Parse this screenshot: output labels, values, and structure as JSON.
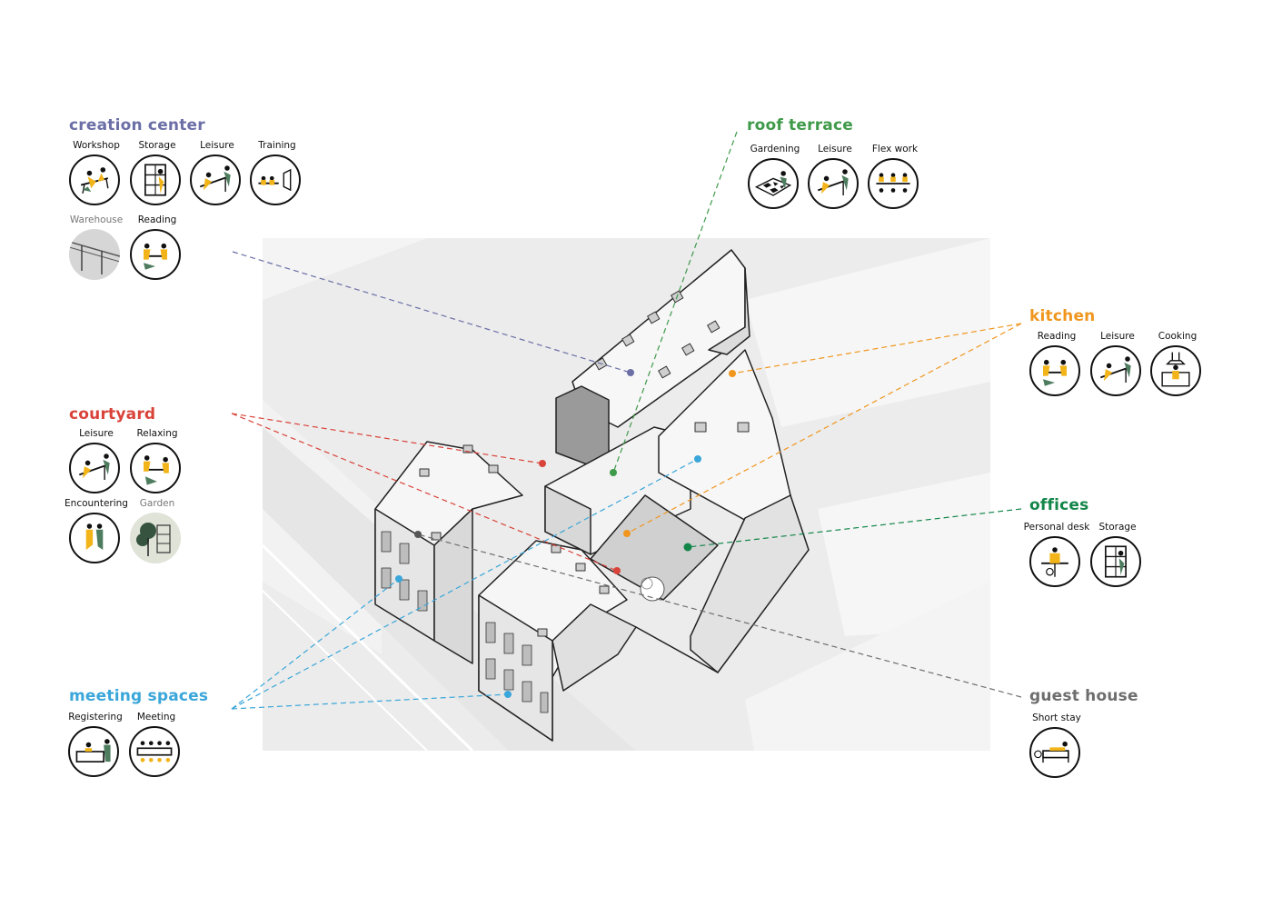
{
  "colors": {
    "creation_center": "#6b6fa6",
    "roof_terrace": "#3f9a4a",
    "kitchen": "#f0961e",
    "courtyard": "#d9433a",
    "offices": "#14864a",
    "meeting_spaces": "#3aa6d9",
    "guest_house": "#6e6e6e"
  },
  "groups": {
    "creation_center": {
      "title": "creation center",
      "items": [
        {
          "label": "Workshop",
          "icon": "workshop-icon"
        },
        {
          "label": "Storage",
          "icon": "storage-shelf-icon"
        },
        {
          "label": "Leisure",
          "icon": "leisure-icon"
        },
        {
          "label": "Training",
          "icon": "training-icon"
        },
        {
          "label": "Warehouse",
          "icon": "warehouse-icon"
        },
        {
          "label": "Reading",
          "icon": "reading-icon"
        }
      ]
    },
    "roof_terrace": {
      "title": "roof terrace",
      "items": [
        {
          "label": "Gardening",
          "icon": "gardening-icon"
        },
        {
          "label": "Leisure",
          "icon": "leisure-icon"
        },
        {
          "label": "Flex work",
          "icon": "flex-work-icon"
        }
      ]
    },
    "kitchen": {
      "title": "kitchen",
      "items": [
        {
          "label": "Reading",
          "icon": "reading-icon"
        },
        {
          "label": "Leisure",
          "icon": "leisure-icon"
        },
        {
          "label": "Cooking",
          "icon": "cooking-icon"
        }
      ]
    },
    "courtyard": {
      "title": "courtyard",
      "items": [
        {
          "label": "Leisure",
          "icon": "leisure-icon"
        },
        {
          "label": "Relaxing",
          "icon": "relaxing-icon"
        },
        {
          "label": "Encountering",
          "icon": "encountering-icon"
        },
        {
          "label": "Garden",
          "icon": "garden-icon"
        }
      ]
    },
    "offices": {
      "title": "offices",
      "items": [
        {
          "label": "Personal desk",
          "icon": "personal-desk-icon"
        },
        {
          "label": "Storage",
          "icon": "storage-shelf-icon"
        }
      ]
    },
    "meeting_spaces": {
      "title": "meeting spaces",
      "items": [
        {
          "label": "Registering",
          "icon": "registering-icon"
        },
        {
          "label": "Meeting",
          "icon": "meeting-table-icon"
        }
      ]
    },
    "guest_house": {
      "title": "guest house",
      "items": [
        {
          "label": "Short stay",
          "icon": "short-stay-icon"
        }
      ]
    }
  }
}
